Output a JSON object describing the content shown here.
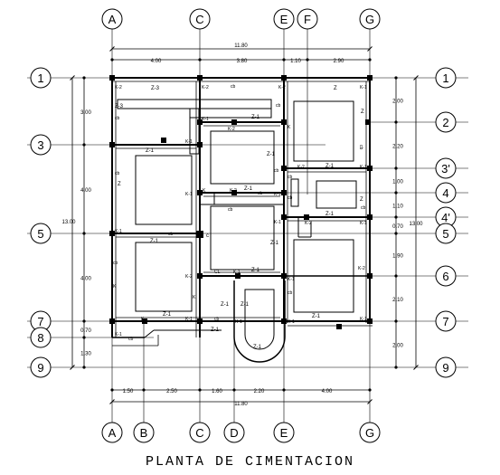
{
  "title": "PLANTA  DE CIMENTACION",
  "axes": {
    "columns_top": [
      "A",
      "C",
      "E",
      "F",
      "G"
    ],
    "columns_bottom": [
      "A",
      "B",
      "C",
      "D",
      "E",
      "G"
    ],
    "rows_left": [
      "1",
      "3",
      "5",
      "7",
      "8",
      "9"
    ],
    "rows_right": [
      "1",
      "2",
      "3'",
      "4",
      "4'",
      "5",
      "6",
      "7",
      "9"
    ]
  },
  "dims": {
    "top_total": "11.80",
    "top_partials": [
      "4.00",
      "3.80",
      "1.10",
      "2.90"
    ],
    "bottom_partials": [
      "1.50",
      "2.50",
      "1.60",
      "2.20",
      "4.00"
    ],
    "bottom_total": "11.80",
    "left_total": "13.00",
    "left_partials": [
      "3.00",
      "4.00",
      "4.00",
      "0.70",
      "1.30"
    ],
    "right_total": "13.00",
    "right_partials": [
      "2.00",
      "2.20",
      "1.00",
      "1.10",
      "0.70",
      "1.90",
      "2.10",
      "2.00"
    ]
  },
  "labels": {
    "footing_z": "Z",
    "footing_z1": "Z-1",
    "footing_z3": "Z-3",
    "column_k": "K",
    "column_k1": "K-1",
    "column_k2": "K-2",
    "beam_cb": "cb",
    "beam_cl": "CL",
    "small_c": "c"
  }
}
